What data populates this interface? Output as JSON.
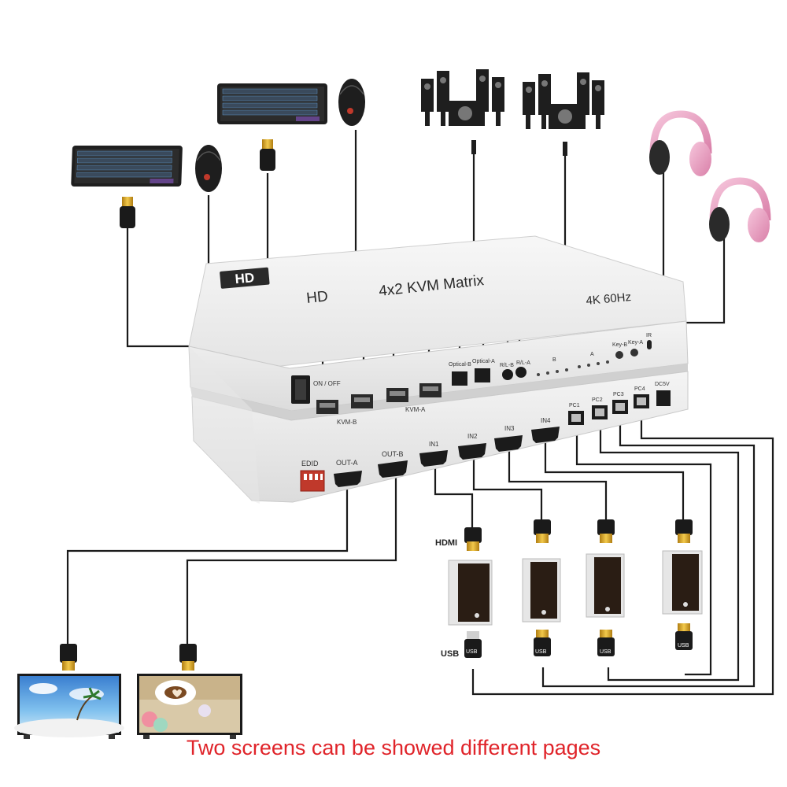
{
  "device": {
    "logo": "HD",
    "brand": "HD",
    "model": "4x2 KVM Matrix",
    "resolution": "4K 60Hz"
  },
  "labels": {
    "power": "ON / OFF",
    "kvm_b": "KVM-B",
    "kvm_a": "KVM-A",
    "optical_b": "Optical-B",
    "optical_a": "Optical-A",
    "rl_b": "R/L-B",
    "rl_a": "R/L-A",
    "group_b": "B",
    "group_a": "A",
    "key_b": "Key-B",
    "key_a": "Key-A",
    "ir": "IR",
    "dc": "DC5V",
    "edid": "EDID",
    "out_a": "OUT-A",
    "out_b": "OUT-B",
    "in1": "IN1",
    "in2": "IN2",
    "in3": "IN3",
    "in4": "IN4",
    "pc1": "PC1",
    "pc2": "PC2",
    "pc3": "PC3",
    "pc4": "PC4",
    "hdmi": "HDMI",
    "usb": "USB",
    "usb_plug": "USB"
  },
  "caption": "Two screens can be showed different pages",
  "colors": {
    "caption": "#e0242a",
    "cable": "#1a1a1a",
    "device_body": "#f1f1f1",
    "hdmi_gold": "#d9a520",
    "headphone_pink": "#e8a0c0"
  },
  "icons": {
    "keyboard": "keyboard-icon",
    "mouse": "mouse-icon",
    "speakers": "speaker-set-icon",
    "headphones": "headphones-icon",
    "monitor": "monitor-icon",
    "pc_adapter": "hdmi-usb-adapter-icon"
  }
}
